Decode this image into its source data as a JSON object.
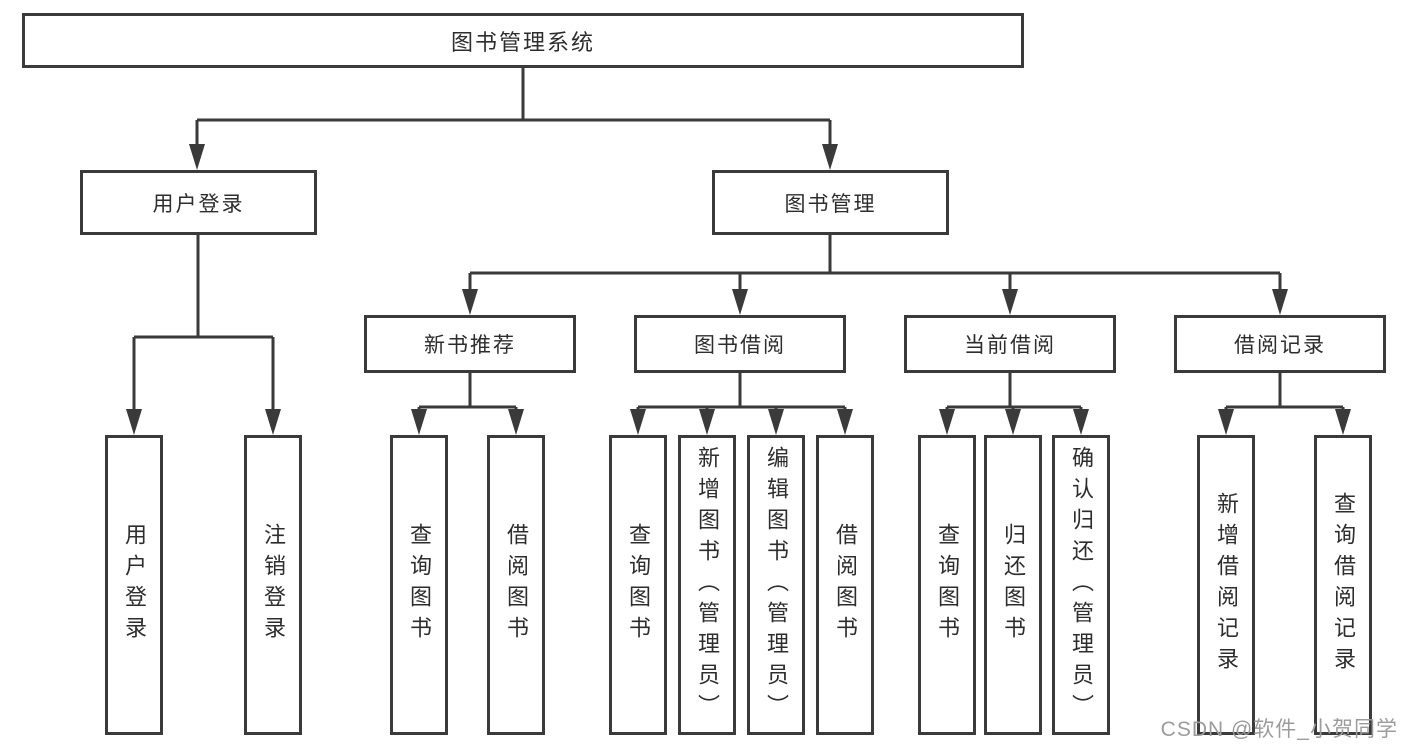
{
  "diagram": {
    "title": "图书管理系统",
    "branches": [
      {
        "label": "用户登录"
      },
      {
        "label": "图书管理"
      }
    ],
    "modules": [
      {
        "label": "新书推荐",
        "parent": "图书管理"
      },
      {
        "label": "图书借阅",
        "parent": "图书管理"
      },
      {
        "label": "当前借阅",
        "parent": "图书管理"
      },
      {
        "label": "借阅记录",
        "parent": "图书管理"
      }
    ],
    "leaves": [
      {
        "label": "用户登录",
        "parent": "用户登录"
      },
      {
        "label": "注销登录",
        "parent": "用户登录"
      },
      {
        "label": "查询图书",
        "parent": "新书推荐"
      },
      {
        "label": "借阅图书",
        "parent": "新书推荐"
      },
      {
        "label": "查询图书",
        "parent": "图书借阅"
      },
      {
        "label": "新增图书（管理员）",
        "parent": "图书借阅"
      },
      {
        "label": "编辑图书（管理员）",
        "parent": "图书借阅"
      },
      {
        "label": "借阅图书",
        "parent": "图书借阅"
      },
      {
        "label": "查询图书",
        "parent": "当前借阅"
      },
      {
        "label": "归还图书",
        "parent": "当前借阅"
      },
      {
        "label": "确认归还（管理员）",
        "parent": "当前借阅"
      },
      {
        "label": "新增借阅记录",
        "parent": "借阅记录"
      },
      {
        "label": "查询借阅记录",
        "parent": "借阅记录"
      }
    ]
  },
  "watermark": "CSDN @软件_小贺同学",
  "colors": {
    "line": "#3a3a3a",
    "text": "#2d2d2d",
    "background": "#ffffff",
    "watermark": "#9c9c9c"
  }
}
